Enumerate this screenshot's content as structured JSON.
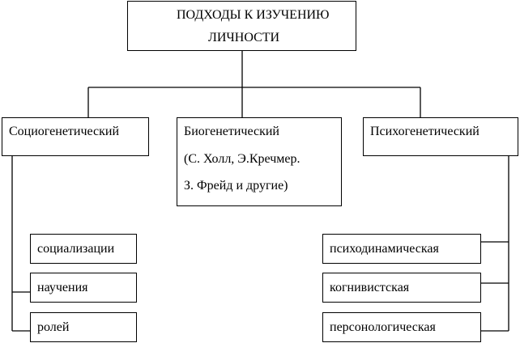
{
  "diagram": {
    "root": {
      "line1": "ПОДХОДЫ К ИЗУЧЕНИЮ",
      "line2": "ЛИЧНОСТИ"
    },
    "approaches": [
      {
        "title": "Социогенетический",
        "items": [
          "социализации",
          "научения",
          "ролей"
        ]
      },
      {
        "title": "Биогенетический",
        "note_line1": "(С. Холл,  Э.Кречмер.",
        "note_line2": "З. Фрейд и другие)"
      },
      {
        "title": "Психогенетический",
        "items": [
          "психодинамическая",
          "когнивистская",
          "персонологическая"
        ]
      }
    ]
  }
}
